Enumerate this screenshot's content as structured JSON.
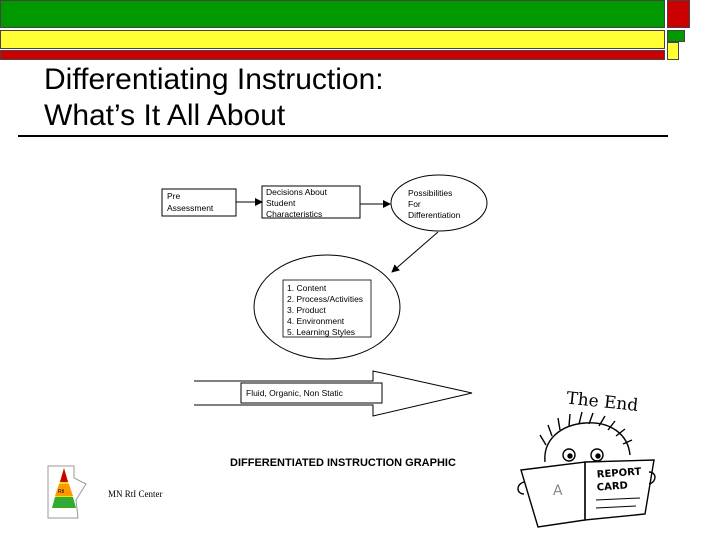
{
  "header": {
    "bar_colors": {
      "green": "#009900",
      "yellow": "#ffff33",
      "red": "#cc0000"
    }
  },
  "slide": {
    "title_line1": "Differentiating Instruction:",
    "title_line2": "What’s It All About"
  },
  "diagram": {
    "pre_assessment": [
      "Pre",
      "Assessment"
    ],
    "decisions": [
      "Decisions About",
      "Student",
      "Characteristics"
    ],
    "possibilities": [
      "Possibilities",
      "For",
      "Differentiation"
    ],
    "list_items": [
      "1. Content",
      "2. Process/Activities",
      "3. Product",
      "4. Environment",
      "5. Learning Styles"
    ],
    "arrow_label": "Fluid, Organic, Non Static",
    "caption": "DIFFERENTIATED INSTRUCTION GRAPHIC"
  },
  "cartoon": {
    "the_end": "The End",
    "report_line1": "REPORT",
    "report_line2": "CARD",
    "grade": "A"
  },
  "footer": {
    "logo_text": "RtI",
    "label": "MN RtI Center"
  }
}
